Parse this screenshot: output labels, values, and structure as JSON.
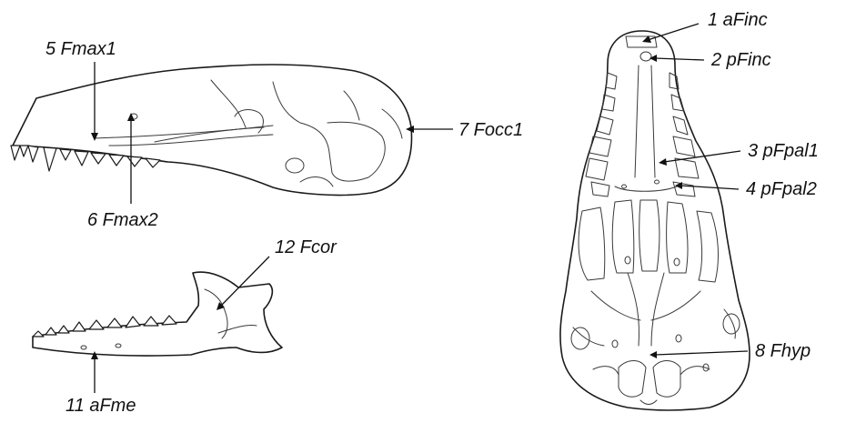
{
  "labels": {
    "l1": "1 aFinc",
    "l2": "2 pFinc",
    "l3": "3 pFpal1",
    "l4": "4 pFpal2",
    "l5": "5 Fmax1",
    "l6": "6 Fmax2",
    "l7": "7 Focc1",
    "l8": "8 Fhyp",
    "l11": "11 aFme",
    "l12": "12 Fcor"
  }
}
